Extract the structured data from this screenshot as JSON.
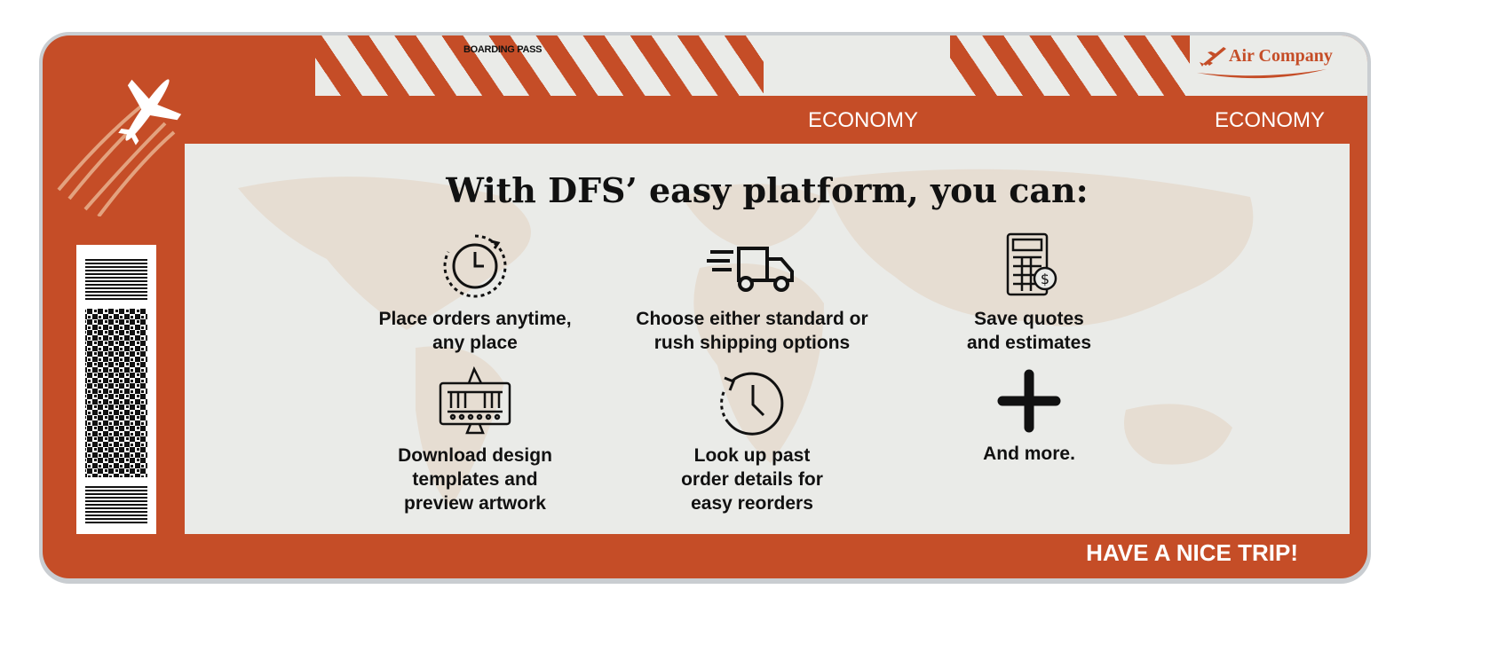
{
  "header": {
    "boarding_pass": "BOARDING PASS",
    "brand": "Air Company",
    "class_left": "ECONOMY",
    "class_right": "ECONOMY"
  },
  "main": {
    "title": "With DFS’ easy platform, you can:",
    "features": [
      {
        "icon": "clock-refresh-icon",
        "label": "Place orders anytime,\nany place"
      },
      {
        "icon": "delivery-truck-icon",
        "label": "Choose either standard or\nrush shipping options"
      },
      {
        "icon": "calculator-dollar-icon",
        "label": "Save quotes\nand estimates"
      },
      {
        "icon": "monitor-templates-icon",
        "label": "Download design\ntemplates and\npreview artwork"
      },
      {
        "icon": "history-clock-icon",
        "label": "Look up past\norder details for\neasy reorders"
      },
      {
        "icon": "plus-icon",
        "label": "And more."
      }
    ]
  },
  "footer": {
    "message": "HAVE A NICE TRIP!"
  },
  "colors": {
    "accent": "#c54d27",
    "panel": "#eaebe8",
    "map": "#e6ddd2"
  }
}
